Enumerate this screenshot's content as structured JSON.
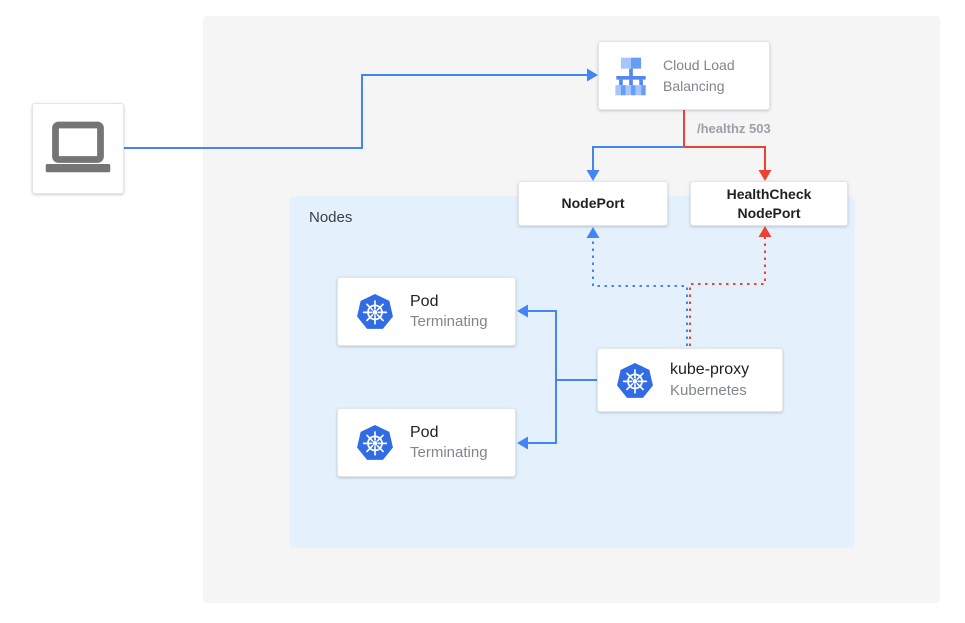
{
  "colors": {
    "blue": "#4285F4",
    "red": "#EA4335",
    "panel_bg": "#F5F5F6",
    "nodes_bg": "#E4F1FC",
    "k8s_blue": "#326CE5"
  },
  "client": {
    "icon": "laptop-icon"
  },
  "load_balancer": {
    "label": "Cloud Load Balancing",
    "icon": "cloud-load-balancing-icon"
  },
  "health_check_label": "/healthz 503",
  "nodeport": {
    "label": "NodePort"
  },
  "healthcheck_nodeport": {
    "label": "HealthCheck NodePort"
  },
  "nodes_region": {
    "label": "Nodes"
  },
  "pods": [
    {
      "title": "Pod",
      "status": "Terminating",
      "icon": "kubernetes-icon"
    },
    {
      "title": "Pod",
      "status": "Terminating",
      "icon": "kubernetes-icon"
    }
  ],
  "kube_proxy": {
    "title": "kube-proxy",
    "subtitle": "Kubernetes",
    "icon": "kubernetes-icon"
  }
}
